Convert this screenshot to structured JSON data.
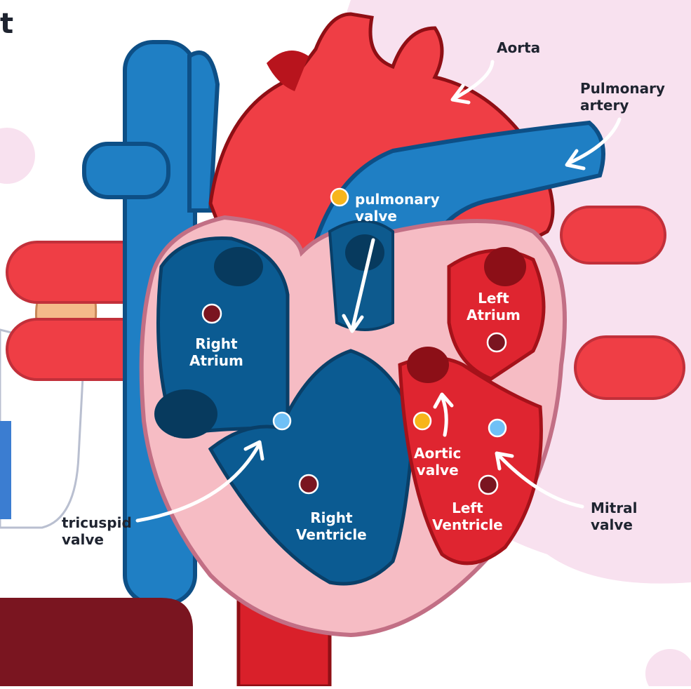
{
  "labels": {
    "aorta": "Aorta",
    "pulmonary_artery": "Pulmonary\nartery",
    "pulmonary_valve": "pulmonary\nvalve",
    "right_atrium": "Right\nAtrium",
    "left_atrium": "Left\nAtrium",
    "aortic_valve": "Aortic\nvalve",
    "left_ventricle": "Left\nVentricle",
    "right_ventricle": "Right\nVentricle",
    "tricuspid_valve": "tricuspid\nvalve",
    "mitral_valve": "Mitral\nvalve",
    "corner_text": "t"
  },
  "colors": {
    "background_blob": "#f8e1ef",
    "blood_red": "#ef3e45",
    "dark_red": "#a5121a",
    "vein_blue": "#1f7fc4",
    "deep_blue": "#0d5a8e",
    "chamber_blue": "#0b5b92",
    "tissue_pink": "#f6bcc4",
    "tissue_edge": "#c26f85",
    "valve_yellow": "#f7b51b",
    "valve_light_blue": "#6fc0f6",
    "chamber_marker": "#7a1520",
    "footer_maroon": "#7a1520",
    "coat_blue": "#3b7dd1"
  }
}
